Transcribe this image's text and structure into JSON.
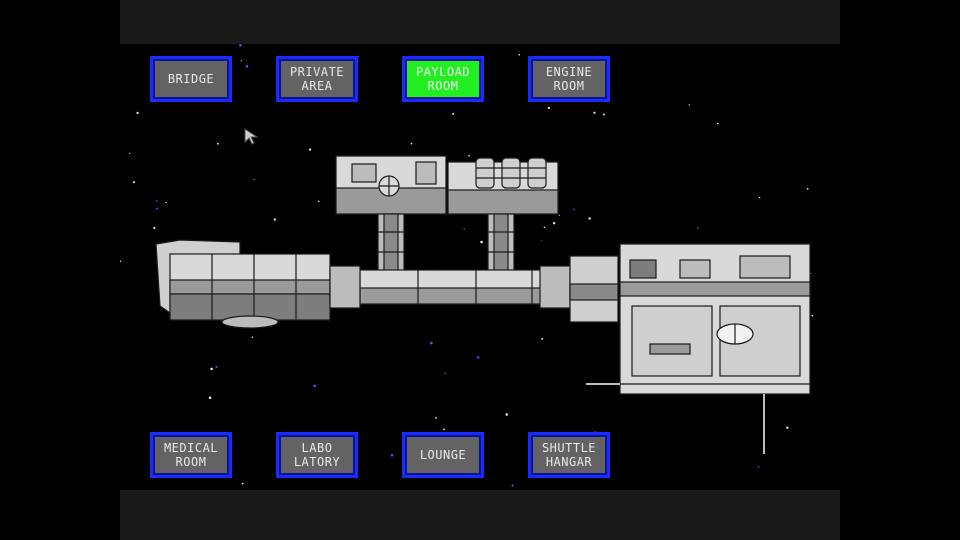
{
  "rooms_top": [
    {
      "id": "bridge",
      "label": "BRIDGE",
      "active": false
    },
    {
      "id": "private-area",
      "label": "PRIVATE\nAREA",
      "active": false
    },
    {
      "id": "payload-room",
      "label": "PAYLOAD\nROOM",
      "active": true
    },
    {
      "id": "engine-room",
      "label": "ENGINE\nROOM",
      "active": false
    }
  ],
  "rooms_bottom": [
    {
      "id": "medical-room",
      "label": "MEDICAL\nROOM",
      "active": false
    },
    {
      "id": "laboratory",
      "label": "LABO\nLATORY",
      "active": false
    },
    {
      "id": "lounge",
      "label": "LOUNGE",
      "active": false
    },
    {
      "id": "shuttle-hangar",
      "label": "SHUTTLE\nHANGAR",
      "active": false
    }
  ],
  "colors": {
    "button_border": "#1a2bff",
    "button_bg": "#636363",
    "button_active_bg": "#22ee22",
    "ship_light": "#d9d9d9",
    "ship_mid": "#9a9a9a",
    "ship_dark": "#5a5a5a",
    "space": "#000000"
  },
  "icons": {
    "cursor": "arrow-pointer-icon"
  }
}
